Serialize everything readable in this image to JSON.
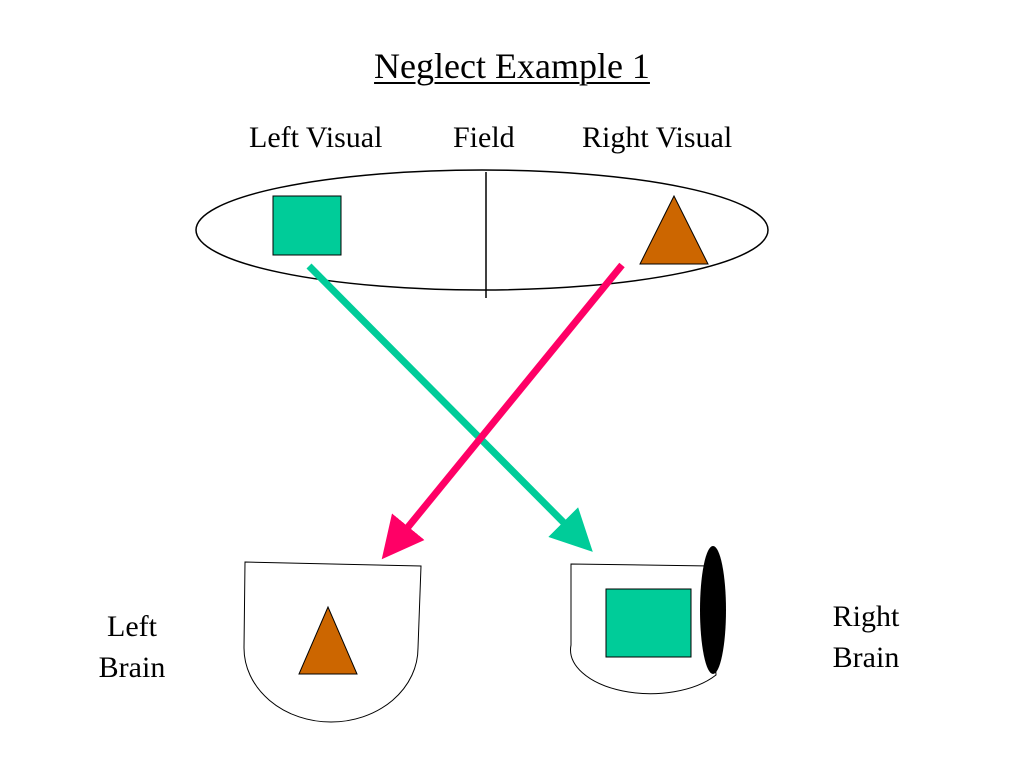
{
  "title": "Neglect Example 1",
  "visual_field": {
    "left_label": "Left Visual",
    "middle_label": "Field",
    "right_label": "Right Visual"
  },
  "brains": {
    "left": {
      "line1": "Left",
      "line2": "Brain"
    },
    "right": {
      "line1": "Right",
      "line2": "Brain"
    }
  },
  "colors": {
    "square": "#00cc99",
    "triangle": "#cc6600",
    "arrow_left_to_right": "#00cc99",
    "arrow_right_to_left": "#ff0066",
    "lesion": "#000000"
  }
}
